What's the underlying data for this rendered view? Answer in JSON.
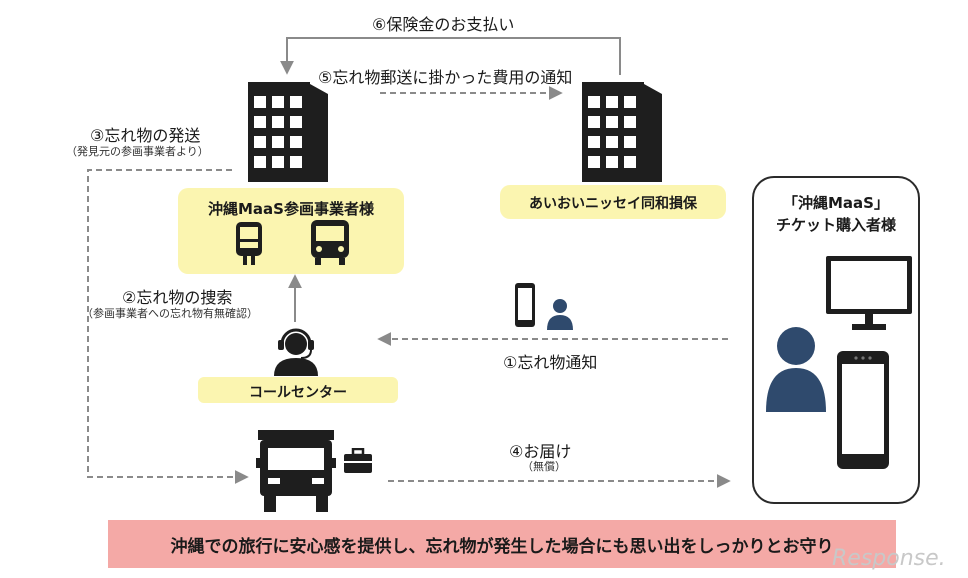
{
  "steps": {
    "s6": "⑥保険金のお支払い",
    "s5": "⑤忘れ物郵送に掛かった費用の通知",
    "s3": "③忘れ物の発送",
    "s3_sub": "（発見元の参画事業者より）",
    "s2": "②忘れ物の捜索",
    "s2_sub": "（参画事業者への忘れ物有無確認）",
    "s1": "①忘れ物通知",
    "s4": "④お届け",
    "s4_sub": "（無償）"
  },
  "parties": {
    "operators": "沖縄MaaS参画事業者様",
    "insurer": "あいおいニッセイ同和損保",
    "call_center": "コールセンター",
    "customer_line1": "「沖縄MaaS」",
    "customer_line2": "チケット購入者様"
  },
  "banner": "沖縄での旅行に安心感を提供し、忘れ物が発生した場合にも思い出をしっかりとお守り",
  "watermark": "Response.",
  "colors": {
    "yellow_box": "#fbf5b0",
    "banner": "#f4a9a6",
    "person": "#2f4a6d",
    "arrow": "#8a8a8a",
    "icon_dark": "#1e1e1e"
  }
}
